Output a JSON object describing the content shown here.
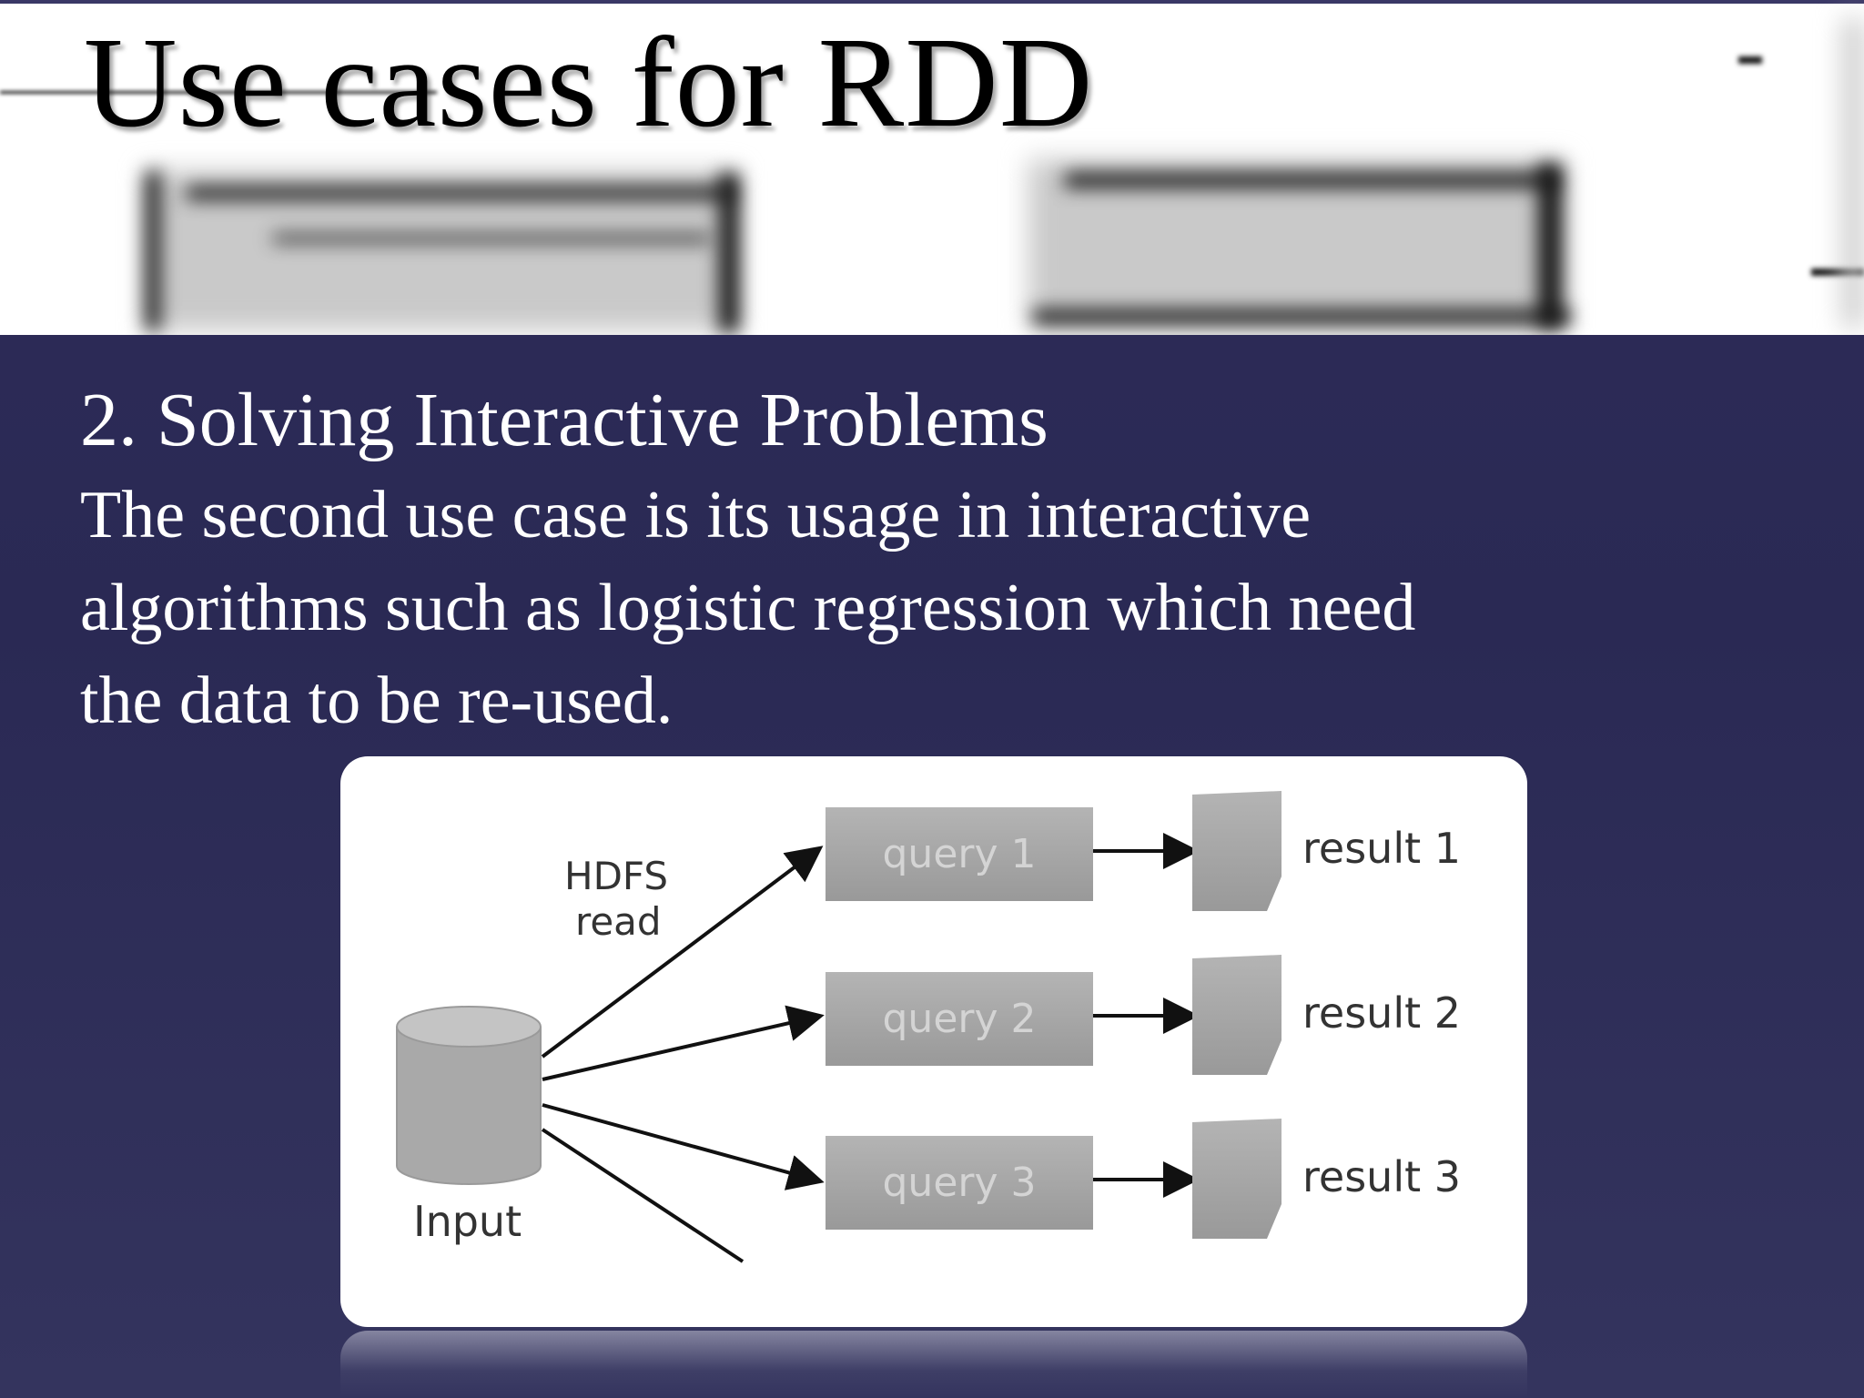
{
  "slide": {
    "title": "Use cases for RDD",
    "subheading": "2. Solving Interactive Problems",
    "body_lines": [
      "The second use case is its usage in interactive",
      "algorithms such as logistic regression which need",
      "the data to be re-used."
    ]
  },
  "diagram": {
    "input_label": "Input",
    "edge_label_line1": "HDFS",
    "edge_label_line2": "read",
    "queries": [
      "query 1",
      "query 2",
      "query 3"
    ],
    "results": [
      "result 1",
      "result 2",
      "result 3"
    ]
  },
  "colors": {
    "background": "#2e2c59",
    "header_band": "#ffffff",
    "title_text": "#000000",
    "body_text": "#ffffff",
    "diagram_box": "#a6a6a6"
  }
}
